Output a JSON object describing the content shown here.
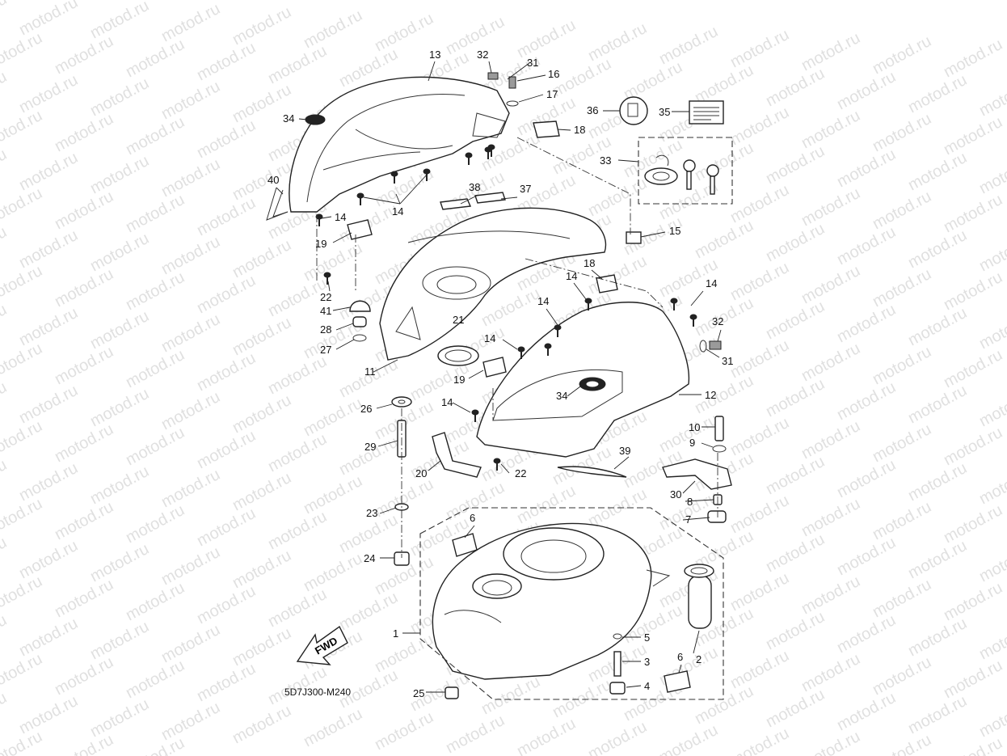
{
  "watermark": "motod.ru",
  "diagram_code": "5D7J300-M240",
  "fwd_label": "FWD",
  "callouts": [
    {
      "id": "c1",
      "text": "1"
    },
    {
      "id": "c2",
      "text": "2"
    },
    {
      "id": "c3",
      "text": "3"
    },
    {
      "id": "c4",
      "text": "4"
    },
    {
      "id": "c5",
      "text": "5"
    },
    {
      "id": "c6a",
      "text": "6"
    },
    {
      "id": "c6b",
      "text": "6"
    },
    {
      "id": "c7",
      "text": "7"
    },
    {
      "id": "c8",
      "text": "8"
    },
    {
      "id": "c9",
      "text": "9"
    },
    {
      "id": "c10",
      "text": "10"
    },
    {
      "id": "c11",
      "text": "11"
    },
    {
      "id": "c12",
      "text": "12"
    },
    {
      "id": "c13",
      "text": "13"
    },
    {
      "id": "c14a",
      "text": "14"
    },
    {
      "id": "c14b",
      "text": "14"
    },
    {
      "id": "c14c",
      "text": "14"
    },
    {
      "id": "c14d",
      "text": "14"
    },
    {
      "id": "c14e",
      "text": "14"
    },
    {
      "id": "c14f",
      "text": "14"
    },
    {
      "id": "c14g",
      "text": "14"
    },
    {
      "id": "c15",
      "text": "15"
    },
    {
      "id": "c16",
      "text": "16"
    },
    {
      "id": "c17",
      "text": "17"
    },
    {
      "id": "c18a",
      "text": "18"
    },
    {
      "id": "c18b",
      "text": "18"
    },
    {
      "id": "c19a",
      "text": "19"
    },
    {
      "id": "c19b",
      "text": "19"
    },
    {
      "id": "c20",
      "text": "20"
    },
    {
      "id": "c21",
      "text": "21"
    },
    {
      "id": "c22a",
      "text": "22"
    },
    {
      "id": "c22b",
      "text": "22"
    },
    {
      "id": "c23",
      "text": "23"
    },
    {
      "id": "c24",
      "text": "24"
    },
    {
      "id": "c25",
      "text": "25"
    },
    {
      "id": "c26",
      "text": "26"
    },
    {
      "id": "c27",
      "text": "27"
    },
    {
      "id": "c28",
      "text": "28"
    },
    {
      "id": "c29",
      "text": "29"
    },
    {
      "id": "c30",
      "text": "30"
    },
    {
      "id": "c31a",
      "text": "31"
    },
    {
      "id": "c31b",
      "text": "31"
    },
    {
      "id": "c32a",
      "text": "32"
    },
    {
      "id": "c32b",
      "text": "32"
    },
    {
      "id": "c33",
      "text": "33"
    },
    {
      "id": "c34a",
      "text": "34"
    },
    {
      "id": "c34b",
      "text": "34"
    },
    {
      "id": "c35",
      "text": "35"
    },
    {
      "id": "c36",
      "text": "36"
    },
    {
      "id": "c37",
      "text": "37"
    },
    {
      "id": "c38",
      "text": "38"
    },
    {
      "id": "c39",
      "text": "39"
    },
    {
      "id": "c40",
      "text": "40"
    },
    {
      "id": "c41",
      "text": "41"
    }
  ],
  "colors": {
    "line": "#222222",
    "background": "#ffffff",
    "watermark": "#c8c8c8"
  }
}
